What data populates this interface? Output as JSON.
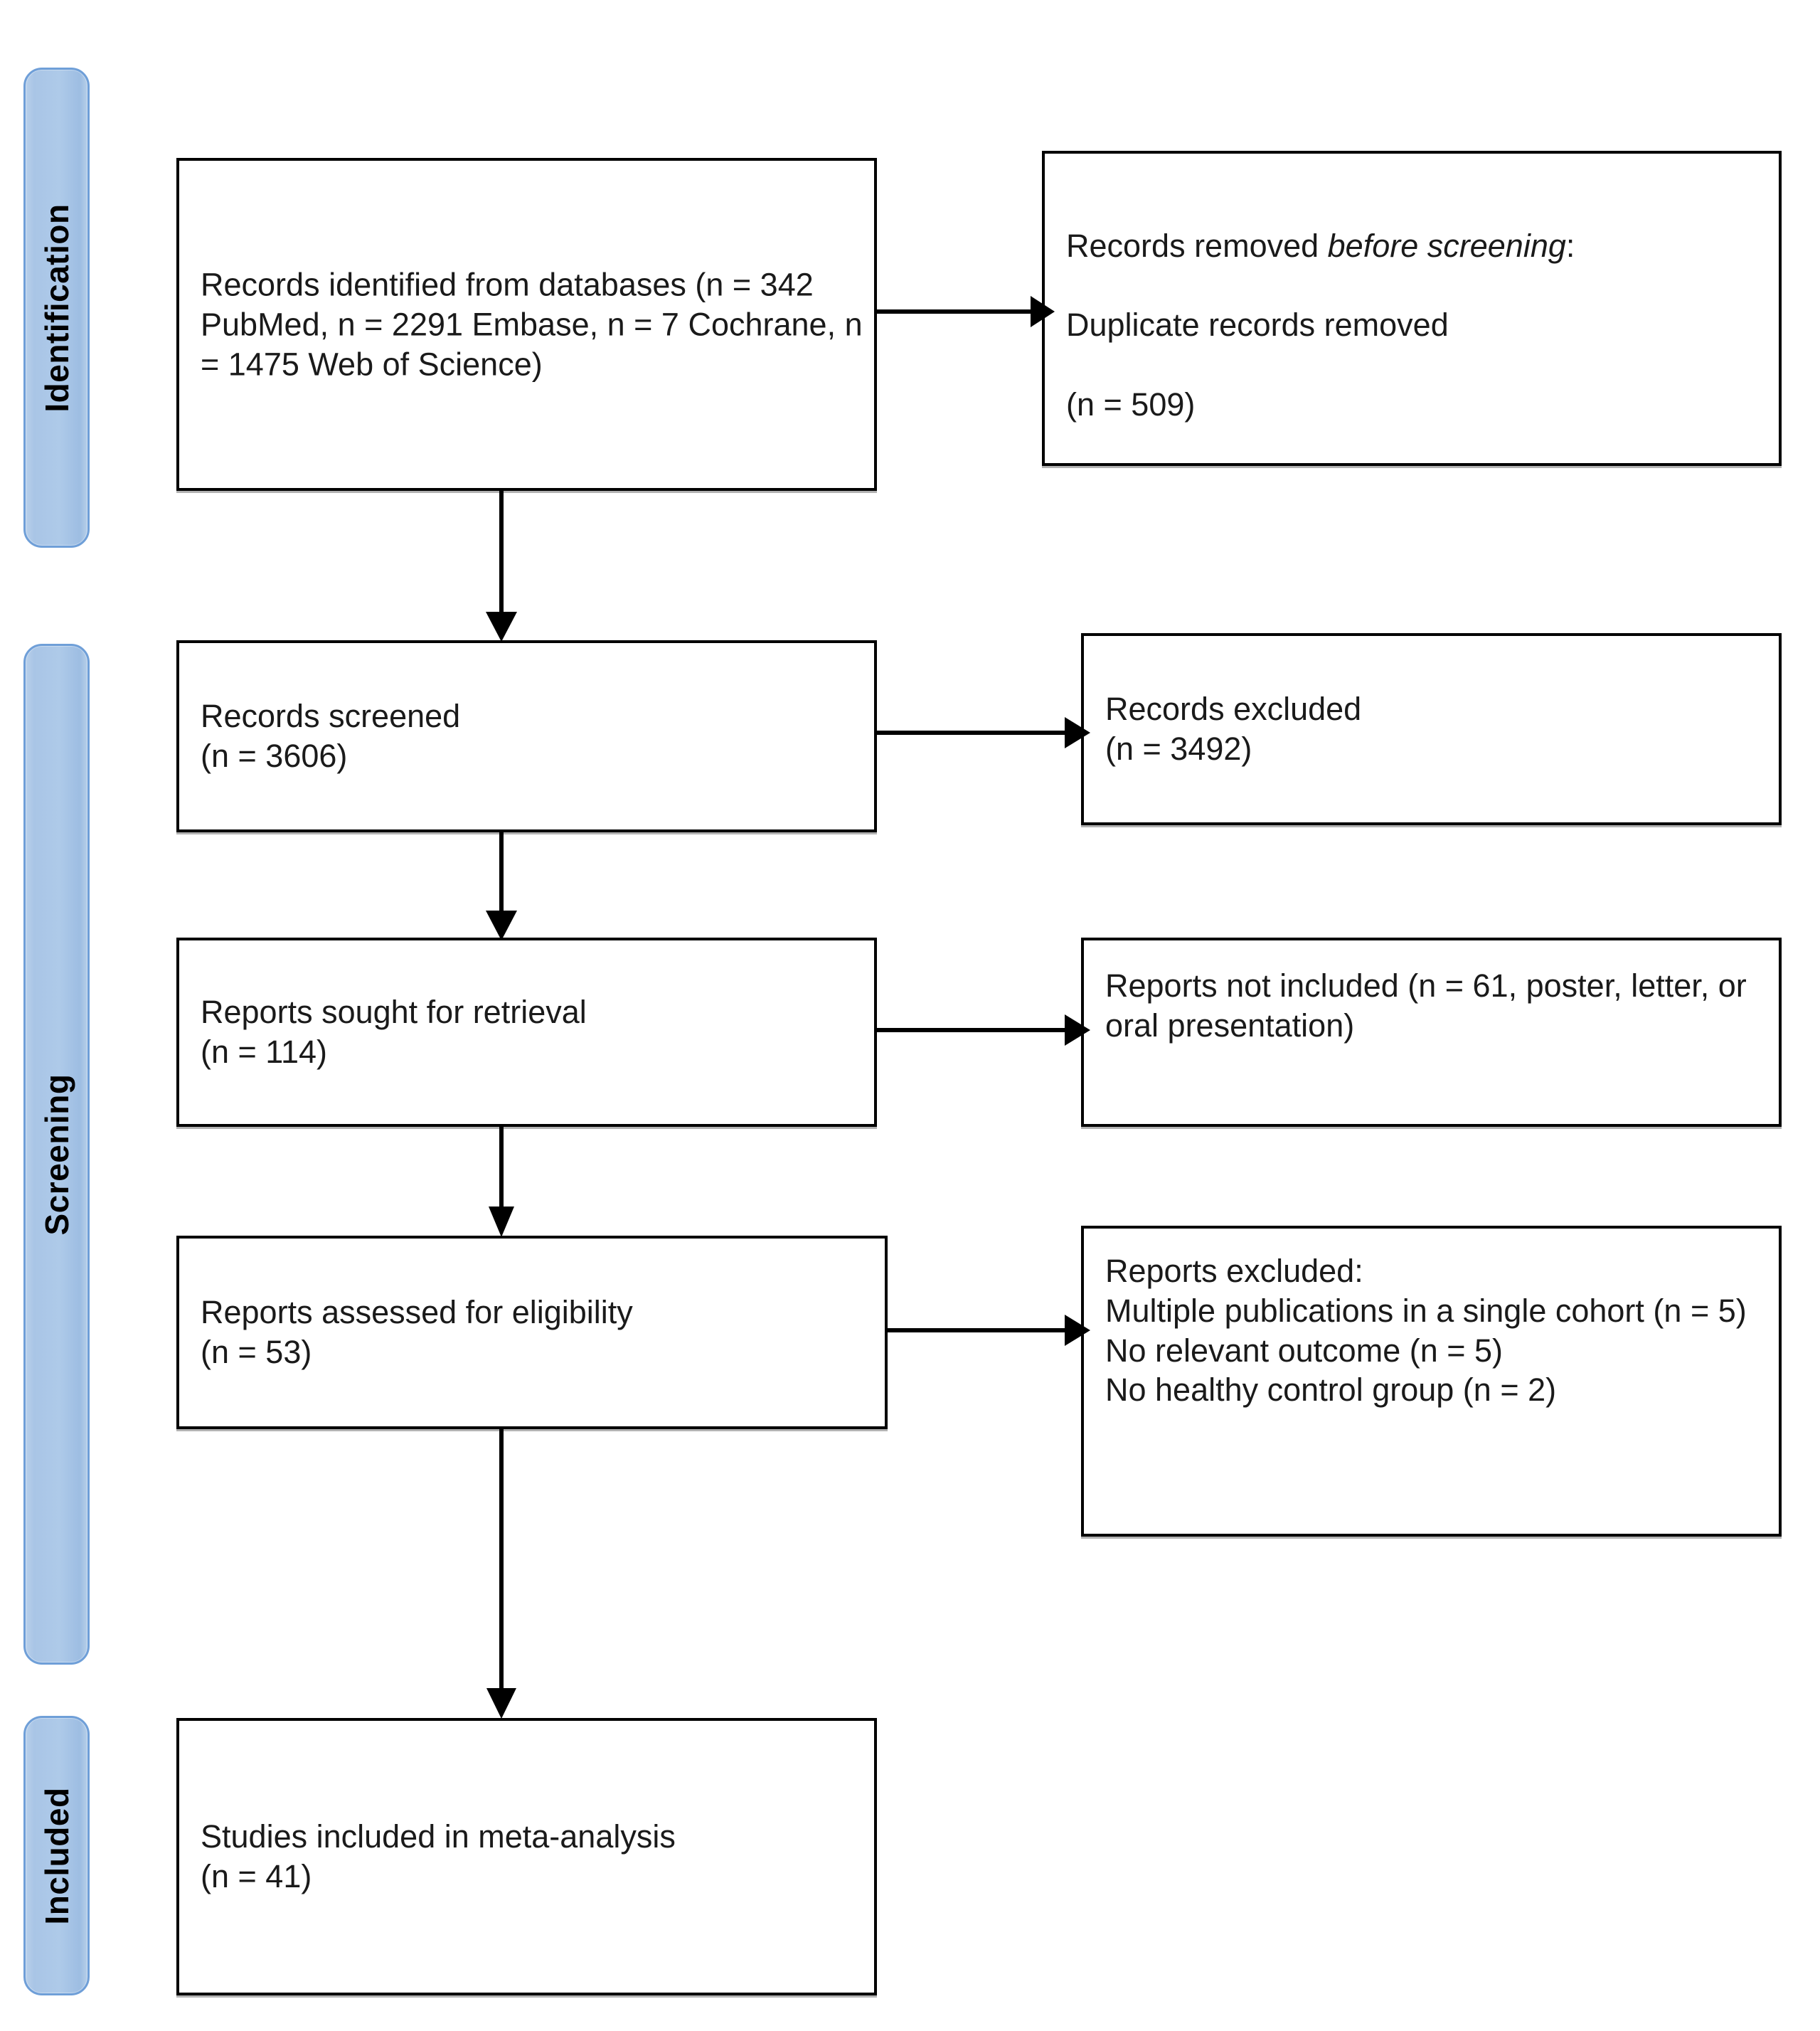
{
  "diagram": {
    "type": "PRISMA flow diagram",
    "stages": [
      {
        "id": "identification",
        "label": "Identification"
      },
      {
        "id": "screening",
        "label": "Screening"
      },
      {
        "id": "included",
        "label": "Included"
      }
    ],
    "boxes": {
      "records_identified": {
        "text": "Records identified from databases (n = 342 PubMed, n = 2291 Embase, n = 7 Cochrane, n = 1475 Web of Science)"
      },
      "records_removed": {
        "line1_prefix": "Records removed ",
        "line1_italic": "before screening",
        "line1_suffix": ":",
        "line2": " Duplicate records removed",
        "line3": "(n = 509)"
      },
      "records_screened": {
        "text": "Records screened\n(n = 3606)"
      },
      "records_excluded": {
        "text": "Records excluded\n(n = 3492)"
      },
      "reports_sought": {
        "text": "Reports sought for retrieval\n(n = 114)"
      },
      "reports_not_included": {
        "text": "Reports not included (n = 61, poster, letter, or oral presentation)"
      },
      "reports_assessed": {
        "text": "Reports assessed for eligibility\n(n = 53)"
      },
      "reports_excluded": {
        "text": "Reports excluded:\nMultiple publications in a single cohort (n = 5)\nNo relevant outcome (n = 5)\nNo healthy control group (n = 2)"
      },
      "studies_included": {
        "text": "Studies included in meta-analysis\n(n = 41)"
      }
    },
    "counts": {
      "pubmed": 342,
      "embase": 2291,
      "cochrane": 7,
      "web_of_science": 1475,
      "duplicates_removed": 509,
      "records_screened": 3606,
      "records_excluded": 3492,
      "reports_sought": 114,
      "reports_not_included": 61,
      "reports_assessed": 53,
      "excluded_multiple_publications": 5,
      "excluded_no_relevant_outcome": 5,
      "excluded_no_healthy_control": 2,
      "studies_included": 41
    },
    "colors": {
      "stage_bar_fill": "#a9c5e6",
      "stage_bar_border": "#6f9fd8",
      "box_border": "#000000",
      "box_fill": "#ffffff",
      "text": "#1a1a1a",
      "connector": "#000000"
    }
  }
}
